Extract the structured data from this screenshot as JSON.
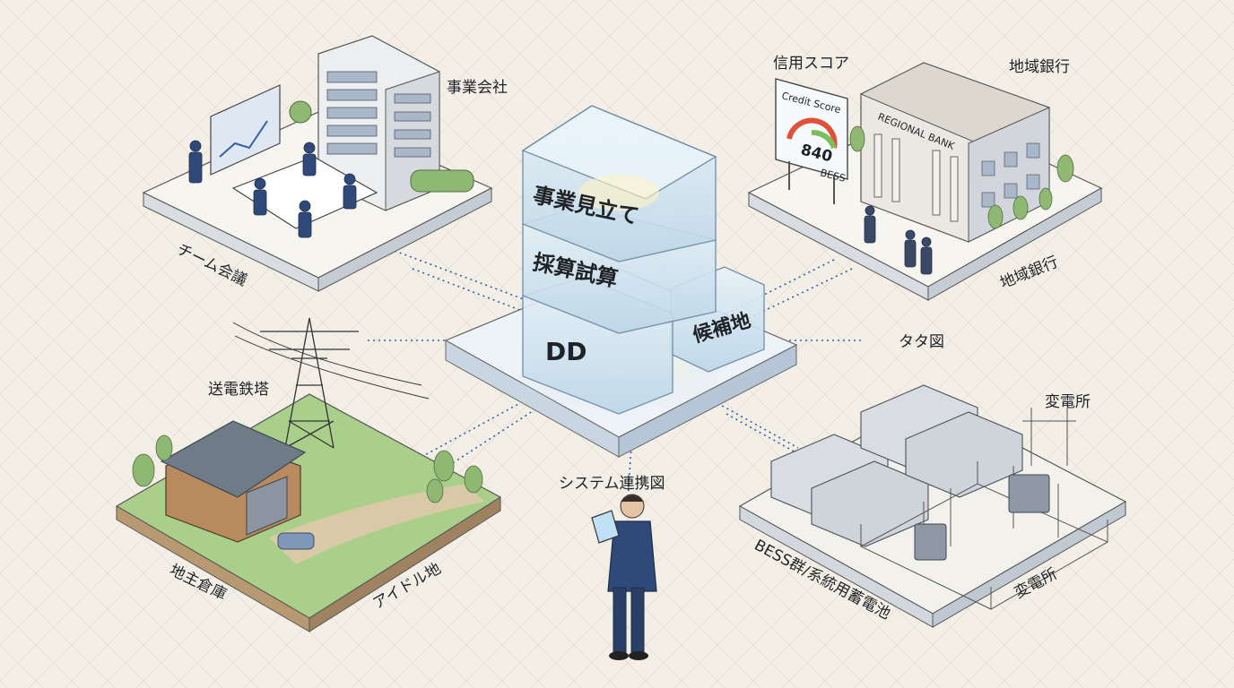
{
  "labels": {
    "business_company": "事業会社",
    "team_meeting": "チーム会議",
    "credit_score": "信用スコア",
    "regional_bank_top": "地域銀行",
    "regional_bank_bottom": "地域銀行",
    "tata_diagram": "タタ図",
    "transmission_tower": "送電鉄塔",
    "landowner_warehouse": "地主倉庫",
    "idle_land": "アイドル地",
    "system_diagram": "システム連携図",
    "substation_top": "変電所",
    "substation_bottom": "変電所",
    "bess": "BESS群/系統用蓄電池"
  },
  "cubes": {
    "business_plan": "事業見立て",
    "profit_calc": "採算試算",
    "dd": "DD",
    "candidate_site": "候補地"
  },
  "signs": {
    "credit_sign_title": "Credit Score",
    "credit_sign_value": "840",
    "credit_sign_small": "BESS",
    "bank_name": "REGIONAL BANK"
  },
  "colors": {
    "paper": "#f3efe6",
    "ink": "#1f2328",
    "glass": "#cfe3f0",
    "accent": "#2f5fa8",
    "grass": "#9cc47a"
  }
}
